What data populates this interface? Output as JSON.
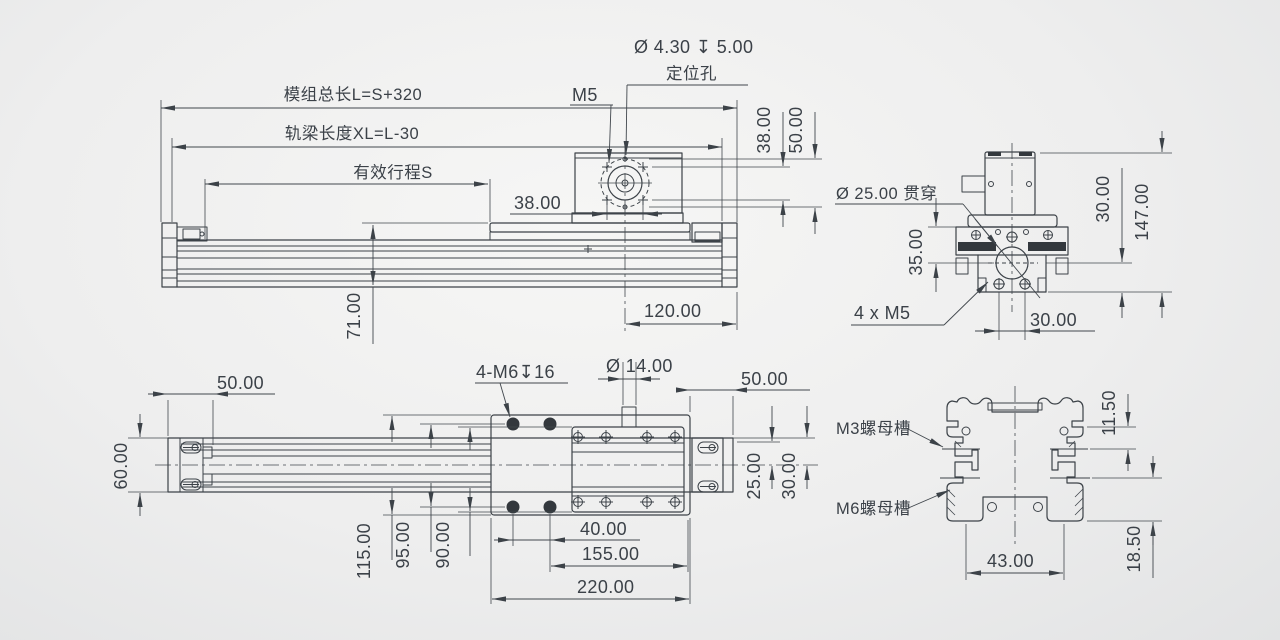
{
  "drawing_type": "linear-module-dimension-drawing",
  "colors": {
    "line": "#3c4248",
    "text": "#3b4148",
    "background": "#eeeeee"
  },
  "top_view": {
    "dim_module_length": "模组总长L=S+320",
    "dim_rail_length": "轨梁长度XL=L-30",
    "dim_stroke": "有效行程S",
    "label_m5": "M5",
    "label_pilot_hole": "Ø 4.30 ↧ 5.00",
    "label_locating_hole": "定位孔",
    "dim_flange_offset": "38.00",
    "dim_flange_bolt_v": "38.00",
    "dim_flange_pilot": "50.00",
    "dim_height": "71.00",
    "dim_end_distance": "120.00"
  },
  "side_view": {
    "label_bore": "Ø 25.00 贯穿",
    "dim_top_to_center": "35.00",
    "label_bolts": "4 x  M5",
    "dim_bolt_spacing": "30.00",
    "dim_center_height": "30.00",
    "dim_total_height": "147.00"
  },
  "plan_view": {
    "dim_end_block": "50.00",
    "dim_width": "60.00",
    "label_mount_holes": "4-M6↧16",
    "label_slot": "Ø  14.00",
    "dim_right_end": "50.00",
    "dim_screw_offset": "25.00",
    "dim_half_width": "30.00",
    "dim_carriage_width": "115.00",
    "dim_hole_rows": "95.00",
    "dim_inner_plate": "90.00",
    "dim_hole_cols": "40.00",
    "dim_carriage_step": "155.00",
    "dim_carriage_length": "220.00"
  },
  "section_view": {
    "label_m3_slot": "M3螺母槽",
    "label_m6_slot": "M6螺母槽",
    "dim_top_slot": "11.50",
    "dim_bottom_slot": "18.50",
    "dim_slot_spacing": "43.00"
  }
}
